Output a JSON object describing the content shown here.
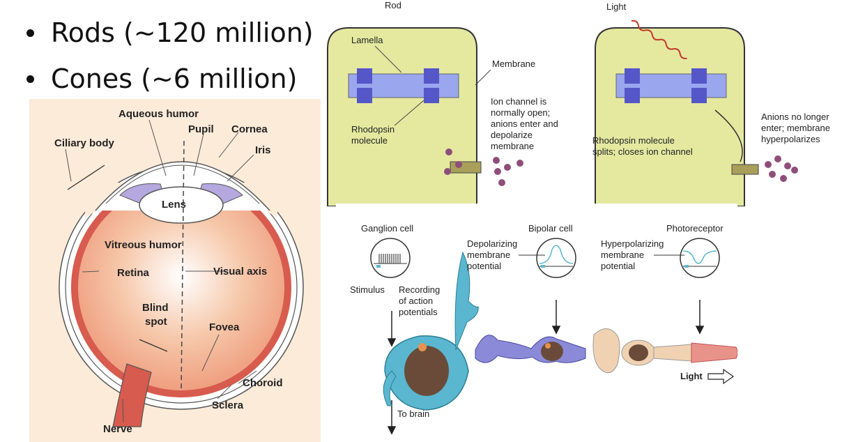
{
  "bullets": [
    "Rods (~120 million)",
    "Cones (~6 million)"
  ],
  "eye": {
    "labels": {
      "aqueous": "Aqueous humor",
      "pupil": "Pupil",
      "cornea": "Cornea",
      "ciliary": "Ciliary body",
      "iris": "Iris",
      "lens": "Lens",
      "vitreous": "Vitreous humor",
      "retina": "Retina",
      "visual_axis": "Visual axis",
      "blind1": "Blind",
      "blind2": "spot",
      "fovea": "Fovea",
      "choroid": "Choroid",
      "sclera": "Sclera",
      "nerve": "Nerve"
    }
  },
  "rod": {
    "title": "Rod",
    "light": "Light",
    "lamella": "Lamella",
    "membrane": "Membrane",
    "rhodo1": "Rhodopsin",
    "rhodo2": "molecule",
    "ion": [
      "Ion channel is",
      "normally open;",
      "anions enter and",
      "depolarize",
      "membrane"
    ],
    "split": [
      "Rhodopsin molecule",
      "splits; closes ion channel"
    ],
    "anions": [
      "Anions no longer",
      "enter; membrane",
      "hyperpolarizes"
    ]
  },
  "retina": {
    "ganglion": "Ganglion cell",
    "bipolar": "Bipolar cell",
    "photoreceptor": "Photoreceptor",
    "depol": [
      "Depolarizing",
      "membrane",
      "potential"
    ],
    "hyperpol": [
      "Hyperpolarizing",
      "membrane",
      "potential"
    ],
    "stimulus": "Stimulus",
    "recording": [
      "Recording",
      "of action",
      "potentials"
    ],
    "light": "Light",
    "brain": "To brain"
  },
  "colors": {
    "rod_fill": "#e5e9a0",
    "lamella": "#9aa6ee",
    "rhodopsin": "#5557c8",
    "eye_bg": "#fcebd9",
    "retina_red": "#d75b4e",
    "eyeball": "#f2b694",
    "iris": "#b4a8df",
    "ganglion": "#5ab7cf",
    "bipolar": "#8a8ad8",
    "photoreceptor": "#f0d2b2",
    "nucleus": "#6a4b3a"
  }
}
